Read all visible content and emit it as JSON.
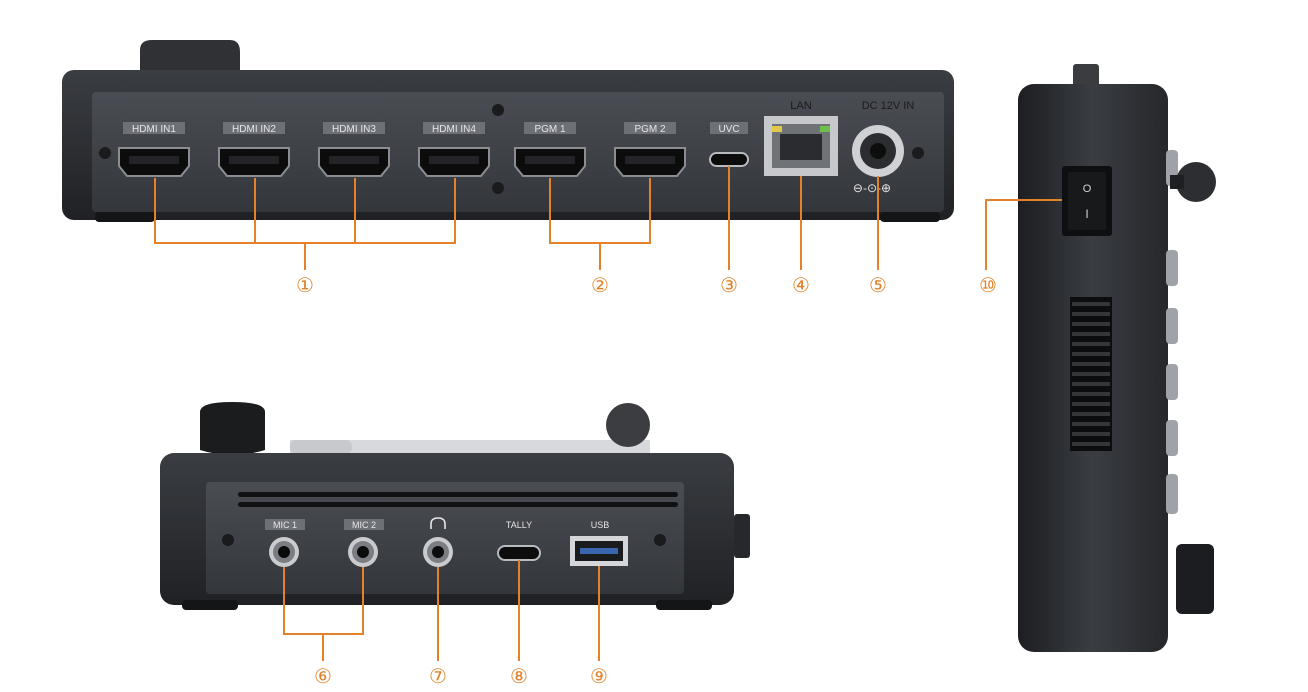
{
  "rear_panel": {
    "hdmi_labels": [
      "HDMI IN1",
      "HDMI IN2",
      "HDMI IN3",
      "HDMI IN4"
    ],
    "pgm_labels": [
      "PGM 1",
      "PGM 2"
    ],
    "uvc_label": "UVC",
    "lan_label": "LAN",
    "dc_label": "DC 12V IN",
    "dc_polarity": "⊖-⊙-⊕"
  },
  "front_panel": {
    "mic_labels": [
      "MIC 1",
      "MIC 2"
    ],
    "headphone_icon": "headphone-icon",
    "tally_label": "TALLY",
    "usb_label": "USB"
  },
  "side_panel": {
    "switch_on_mark": "I",
    "switch_off_mark": "O"
  },
  "callouts": [
    "①",
    "②",
    "③",
    "④",
    "⑤",
    "⑥",
    "⑦",
    "⑧",
    "⑨",
    "⑩"
  ],
  "colors": {
    "callout": "#e3822a",
    "chassis": "#2b2d31",
    "panel": "#3c3f44"
  }
}
